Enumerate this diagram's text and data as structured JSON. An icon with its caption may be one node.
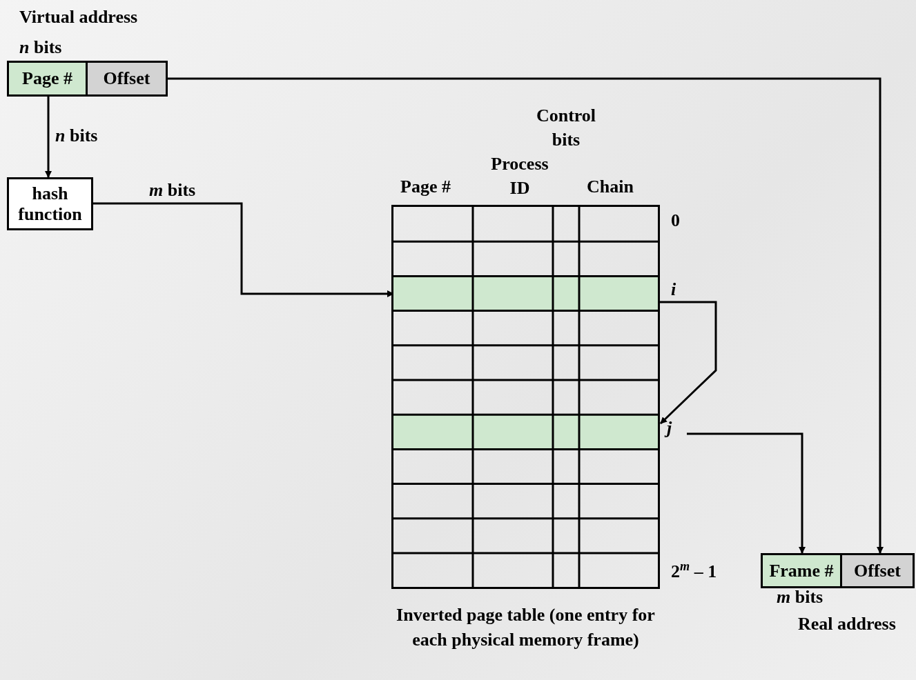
{
  "diagram": {
    "nodes": [
      {
        "text": [
          "Page #"
        ]
      },
      {
        "text": [
          "Offset"
        ]
      },
      {
        "text": [
          "hash function"
        ]
      },
      {
        "text": [],
        "shape": "box",
        "beside": [
          "Inverted page table (one entry for each physical memory frame)"
        ]
      },
      {
        "text": [],
        "shape": "bar",
        "in": 3
      },
      {
        "text": [],
        "shape": "bar",
        "in": 3
      },
      {
        "text": [
          "Frame #"
        ]
      },
      {
        "text": [
          "Offset"
        ]
      }
    ],
    "edges": [
      {
        "from": 1,
        "to": 7,
        "arrow": "to"
      },
      {
        "from": 0,
        "to": 2,
        "arrow": "to",
        "label": "*n* bits"
      },
      {
        "from": 2,
        "to": 4,
        "arrow": "to",
        "label": "*m* bits"
      },
      {
        "from": 4,
        "to": 5,
        "arrow": "to"
      },
      {
        "from": 5,
        "to": 6,
        "arrow": "to"
      }
    ],
    "labels": [
      "Virtual address",
      "*n* bits",
      "Control bits",
      "Process ID",
      "Page #",
      "Chain",
      "0",
      "i",
      "j",
      "2$^{m}$ – 1",
      "*m* bits",
      "Real address"
    ]
  }
}
